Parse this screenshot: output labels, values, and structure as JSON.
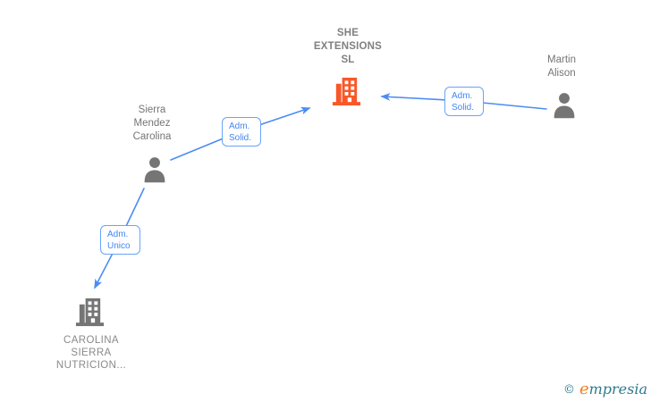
{
  "diagram": {
    "nodes": [
      {
        "id": "she-extensions-sl",
        "type": "company",
        "name": "SHE EXTENSIONS SL",
        "label_lines": [
          "SHE",
          "EXTENSIONS",
          "SL"
        ],
        "icon": "building-icon",
        "accent": "#f95728"
      },
      {
        "id": "martin-alison",
        "type": "person",
        "name": "Martin Alison",
        "label_lines": [
          "Martin",
          "Alison"
        ],
        "icon": "person-icon"
      },
      {
        "id": "sierra-mendez-carolina",
        "type": "person",
        "name": "Sierra Mendez Carolina",
        "label_lines": [
          "Sierra",
          "Mendez",
          "Carolina"
        ],
        "icon": "person-icon"
      },
      {
        "id": "carolina-sierra-nutricion",
        "type": "company",
        "name": "CAROLINA SIERRA NUTRICION...",
        "label_lines": [
          "CAROLINA",
          "SIERRA",
          "NUTRICION..."
        ],
        "icon": "building-icon"
      }
    ],
    "edges": [
      {
        "from": "sierra-mendez-carolina",
        "to": "she-extensions-sl",
        "label": "Adm. Solid.",
        "label_lines": [
          "Adm.",
          "Solid."
        ]
      },
      {
        "from": "martin-alison",
        "to": "she-extensions-sl",
        "label": "Adm. Solid.",
        "label_lines": [
          "Adm.",
          "Solid."
        ]
      },
      {
        "from": "sierra-mendez-carolina",
        "to": "carolina-sierra-nutricion",
        "label": "Adm. Unico",
        "label_lines": [
          "Adm.",
          "Unico"
        ]
      }
    ],
    "colors": {
      "edge_blue": "#4b8cf5",
      "label_border": "#6aa3f7",
      "label_text": "#4285f4",
      "company_accent": "#f95728",
      "icon_gray": "#757575",
      "name_text": "#757575",
      "company_text": "#808080",
      "company_text_secondary": "#8a8a8a",
      "brand_teal": "#2b7a8e",
      "brand_orange": "#ef7d26",
      "background": "#ffffff"
    },
    "watermark": {
      "copyright_symbol": "©",
      "brand_initial": "e",
      "brand_rest": "mpresia"
    }
  }
}
